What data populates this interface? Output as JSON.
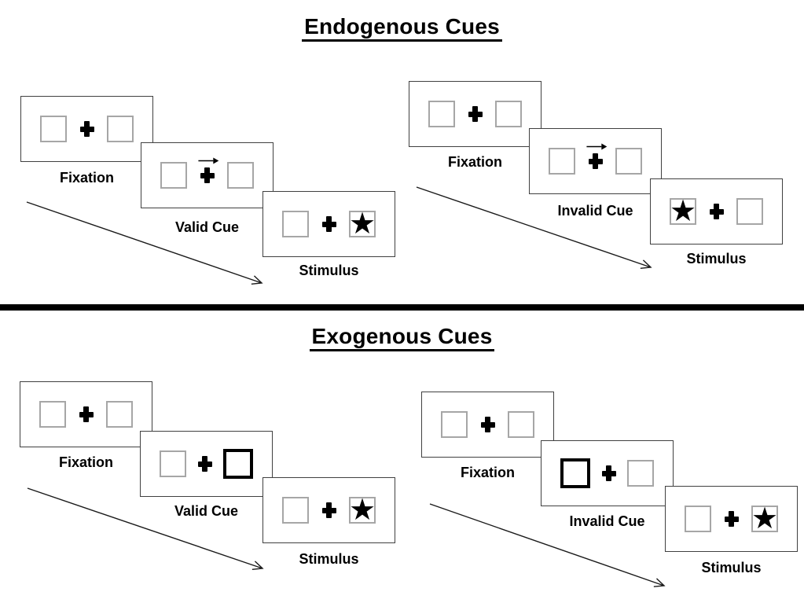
{
  "titles": {
    "endogenous": "Endogenous Cues",
    "exogenous": "Exogenous Cues"
  },
  "icons": {
    "star": "★",
    "fixation_cross": "plus-cross",
    "cue_arrow": "right-arrow"
  },
  "colors": {
    "background": "#ffffff",
    "ink": "#000000",
    "card_border": "#404040",
    "placeholder_square_border": "#a6a6a6"
  },
  "panels": [
    {
      "section": "endogenous",
      "variant": "valid",
      "cards": [
        {
          "label": "Fixation",
          "type": "fixation"
        },
        {
          "label": "Valid Cue",
          "type": "arrow-cue",
          "cue_direction": "right"
        },
        {
          "label": "Stimulus",
          "type": "stimulus",
          "target_side": "right"
        }
      ]
    },
    {
      "section": "endogenous",
      "variant": "invalid",
      "cards": [
        {
          "label": "Fixation",
          "type": "fixation"
        },
        {
          "label": "Invalid Cue",
          "type": "arrow-cue",
          "cue_direction": "right"
        },
        {
          "label": "Stimulus",
          "type": "stimulus",
          "target_side": "left"
        }
      ]
    },
    {
      "section": "exogenous",
      "variant": "valid",
      "cards": [
        {
          "label": "Fixation",
          "type": "fixation"
        },
        {
          "label": "Valid Cue",
          "type": "box-cue",
          "cue_side": "right"
        },
        {
          "label": "Stimulus",
          "type": "stimulus",
          "target_side": "right"
        }
      ]
    },
    {
      "section": "exogenous",
      "variant": "invalid",
      "cards": [
        {
          "label": "Fixation",
          "type": "fixation"
        },
        {
          "label": "Invalid Cue",
          "type": "box-cue",
          "cue_side": "left"
        },
        {
          "label": "Stimulus",
          "type": "stimulus",
          "target_side": "right"
        }
      ]
    }
  ]
}
